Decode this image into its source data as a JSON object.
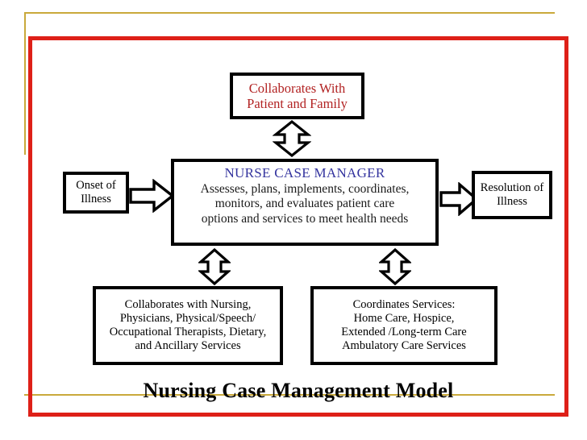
{
  "slide": {
    "title": "Nursing Case Management Model",
    "accent_red": "#DE2018",
    "accent_tan": "#C9A93B",
    "heading_blue": "#33339E",
    "text_red": "#B22222"
  },
  "boxes": {
    "collaborates_patient": {
      "name": "Collaborates With Patient and Family",
      "lines": [
        "Collaborates With",
        "Patient and Family"
      ]
    },
    "nurse_case_manager": {
      "heading": "NURSE CASE MANAGER",
      "lines": [
        "Assesses, plans, implements, coordinates,",
        "monitors, and evaluates patient care",
        "options and services to meet health needs"
      ]
    },
    "onset": {
      "lines": [
        "Onset of",
        "Illness"
      ]
    },
    "resolution": {
      "lines": [
        "Resolution of",
        "Illness"
      ]
    },
    "collaborates_team": {
      "lines": [
        "Collaborates with Nursing,",
        "Physicians, Physical/Speech/",
        "Occupational Therapists, Dietary,",
        "and Ancillary Services"
      ]
    },
    "coordinates_services": {
      "lines": [
        "Coordinates Services:",
        "Home Care, Hospice,",
        "Extended /Long-term Care",
        "Ambulatory Care Services"
      ]
    }
  },
  "arrows": {
    "top_vertical": "double-headed-vertical-arrow",
    "bottom_left_vertical": "double-headed-vertical-arrow",
    "bottom_right_vertical": "double-headed-vertical-arrow",
    "onset_to_center": "block-arrow-right",
    "center_to_resolution": "block-arrow-right"
  }
}
